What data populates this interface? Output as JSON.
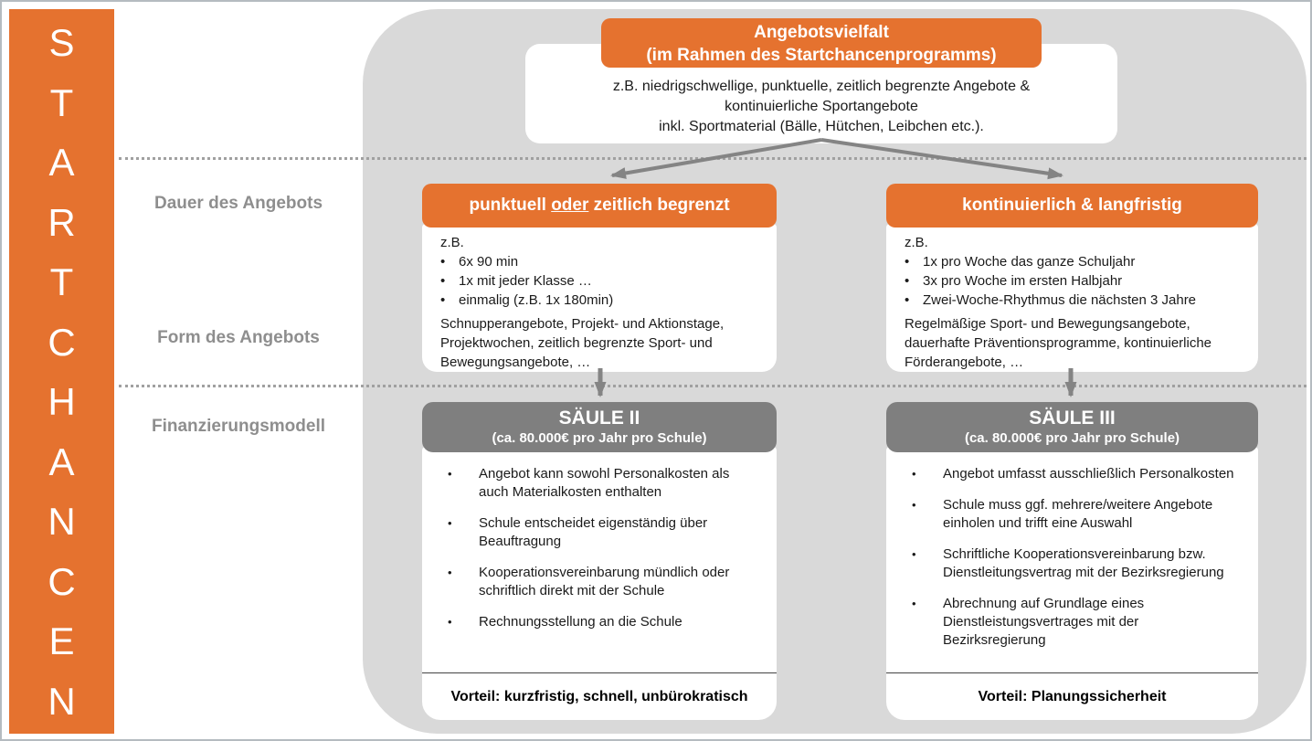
{
  "colors": {
    "accent_orange": "#e5722f",
    "pillar_header_gray": "#7f7f7f",
    "canvas_gray": "#d9d9d9",
    "row_label_gray": "#8e8e8e",
    "arrow_gray": "#848484"
  },
  "sidebar": {
    "letters": [
      "S",
      "T",
      "A",
      "R",
      "T",
      "C",
      "H",
      "A",
      "N",
      "C",
      "E",
      "N"
    ]
  },
  "top_box": {
    "title_line1": "Angebotsvielfalt",
    "title_line2": "(im Rahmen des Startchancenprogramms)",
    "body_line1": "z.B. niedrigschwellige, punktuelle, zeitlich begrenzte Angebote &",
    "body_line2": "kontinuierliche Sportangebote",
    "body_line3": "inkl. Sportmaterial (Bälle, Hütchen, Leibchen etc.)."
  },
  "row_labels": {
    "duration": "Dauer des Angebots",
    "form": "Form des Angebots",
    "financing": "Finanzierungsmodell"
  },
  "left_column": {
    "header": {
      "pre": "punktuell ",
      "underlined": "oder",
      "post": " zeitlich begrenzt"
    },
    "intro": "z.B.",
    "bullets": [
      "6x 90 min",
      "1x mit jeder Klasse …",
      "einmalig (z.B. 1x 180min)"
    ],
    "paragraph": "Schnupperangebote, Projekt- und Aktionstage, Projektwochen, zeitlich begrenzte Sport- und Bewegungsangebote, …",
    "pillar": {
      "title": "SÄULE II",
      "subtitle": "(ca. 80.000€ pro Jahr pro Schule)",
      "bullets": [
        "Angebot kann sowohl Personalkosten als auch Materialkosten enthalten",
        "Schule entscheidet eigenständig über Beauftragung",
        "Kooperationsvereinbarung mündlich oder schriftlich direkt mit der Schule",
        "Rechnungsstellung an die Schule"
      ],
      "footer": "Vorteil: kurzfristig, schnell, unbürokratisch"
    }
  },
  "right_column": {
    "header": {
      "pre": "",
      "underlined": "",
      "post": "kontinuierlich & langfristig"
    },
    "intro": "z.B.",
    "bullets": [
      "1x pro Woche das ganze Schuljahr",
      "3x pro Woche im ersten Halbjahr",
      "Zwei-Woche-Rhythmus die nächsten 3 Jahre"
    ],
    "paragraph": "Regelmäßige Sport- und Bewegungsangebote, dauerhafte Präventionsprogramme, kontinuierliche Förderangebote, …",
    "pillar": {
      "title": "SÄULE III",
      "subtitle": "(ca. 80.000€ pro Jahr pro Schule)",
      "bullets": [
        "Angebot umfasst ausschließlich Personalkosten",
        "Schule muss ggf. mehrere/weitere Angebote einholen und trifft eine Auswahl",
        "Schriftliche Kooperationsvereinbarung bzw. Dienstleitungsvertrag mit der Bezirksregierung",
        "Abrechnung auf Grundlage eines Dienstleistungsvertrages mit der Bezirksregierung"
      ],
      "footer": "Vorteil: Planungssicherheit"
    }
  }
}
